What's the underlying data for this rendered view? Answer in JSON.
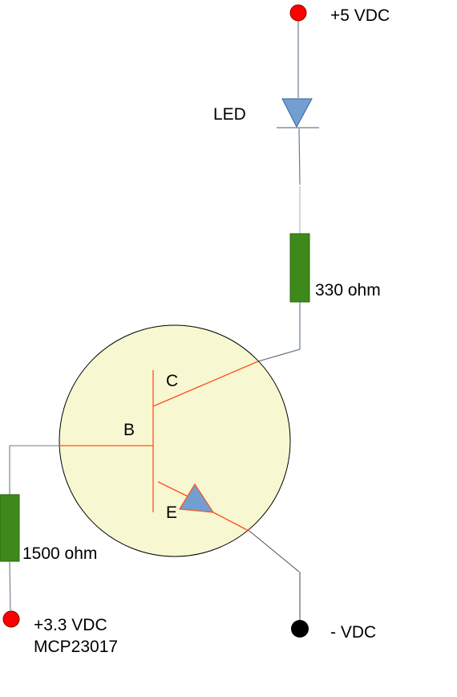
{
  "labels": {
    "vcc": "+5 VDC",
    "led": "LED",
    "r_collector": "330 ohm",
    "collector": "C",
    "base": "B",
    "emitter": "E",
    "r_base": "1500 ohm",
    "input_voltage": "+3.3 VDC",
    "input_chip": "MCP23017",
    "ground": "- VDC"
  },
  "colors": {
    "wire": "#6a7c8c",
    "wire_dark": "#555555",
    "transistor_lead": "#ff4f1f",
    "transistor_body": "#f7f7d2",
    "resistor": "#3d8a1a",
    "led_fill": "#729fcf",
    "terminal_positive": "#ff0000",
    "terminal_negative": "#000000"
  }
}
